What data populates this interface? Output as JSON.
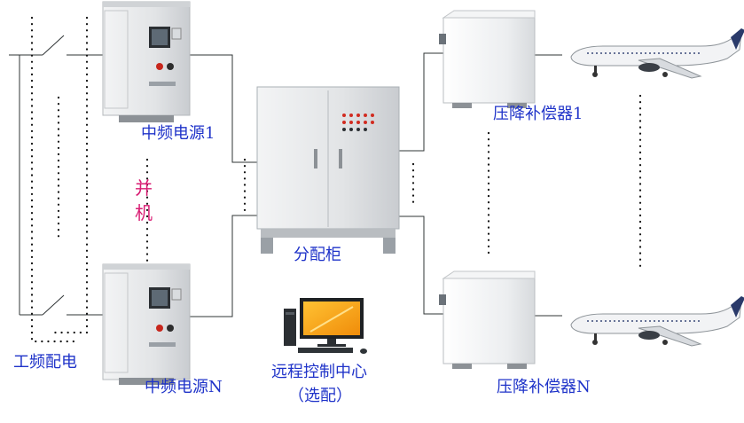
{
  "labels": {
    "psu_1": "中频电源1",
    "psu_n": "中频电源N",
    "parallel_1": "并",
    "parallel_2": "机",
    "distribution": "分配柜",
    "compensator_1": "压降补偿器1",
    "compensator_n": "压降补偿器N",
    "power_source": "工频配电",
    "control_1": "远程控制中心",
    "control_2": "（选配）"
  },
  "colors": {
    "label_text": "#1f33c9",
    "parallel_text": "#d81b72",
    "cabinet": "#e3e5e8",
    "cabinet_shadow": "#9aa0a6",
    "connector": "#2f3436",
    "monitor_screen": "#f7a21b"
  }
}
